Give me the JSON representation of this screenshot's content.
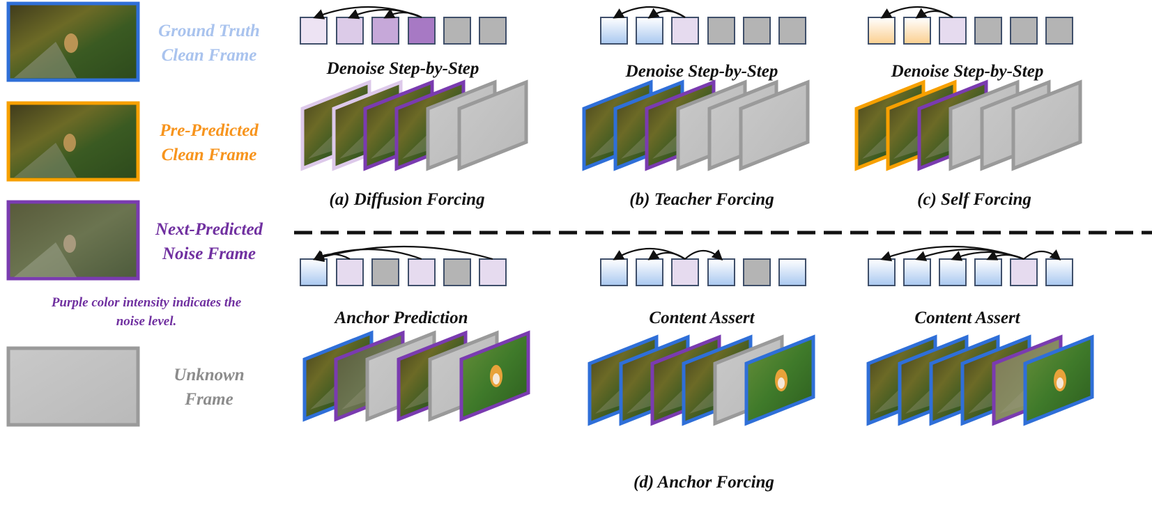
{
  "legend": {
    "ground_truth": {
      "line1": "Ground Truth",
      "line2": "Clean Frame",
      "color": "#a9c3ee"
    },
    "pre_predicted": {
      "line1": "Pre-Predicted",
      "line2": "Clean Frame",
      "color": "#f7941d"
    },
    "next_predicted": {
      "line1": "Next-Predicted",
      "line2": "Noise Frame",
      "color": "#7030a0"
    },
    "note": {
      "line1": "Purple color intensity indicates the",
      "line2": "noise level.",
      "color": "#7030a0"
    },
    "unknown": {
      "line1": "Unknown",
      "line2": "Frame",
      "color": "#8c8c8c"
    }
  },
  "colors": {
    "blue_border": "#2f6fd8",
    "orange_border": "#f7a000",
    "purple_border": "#7a3bb0",
    "gray_border": "#9a9a9a",
    "box_stroke": "#3f4f6a"
  },
  "panels": {
    "a": {
      "step_label": "Denoise Step-by-Step",
      "caption": "(a) Diffusion Forcing"
    },
    "b": {
      "step_label": "Denoise Step-by-Step",
      "caption": "(b) Teacher Forcing"
    },
    "c": {
      "step_label": "Denoise Step-by-Step",
      "caption": "(c) Self Forcing"
    },
    "d1": {
      "step_label": "Anchor Prediction"
    },
    "d2": {
      "step_label": "Content Assert"
    },
    "d3": {
      "step_label": "Content Assert"
    },
    "d_caption": "(d) Anchor Forcing"
  }
}
